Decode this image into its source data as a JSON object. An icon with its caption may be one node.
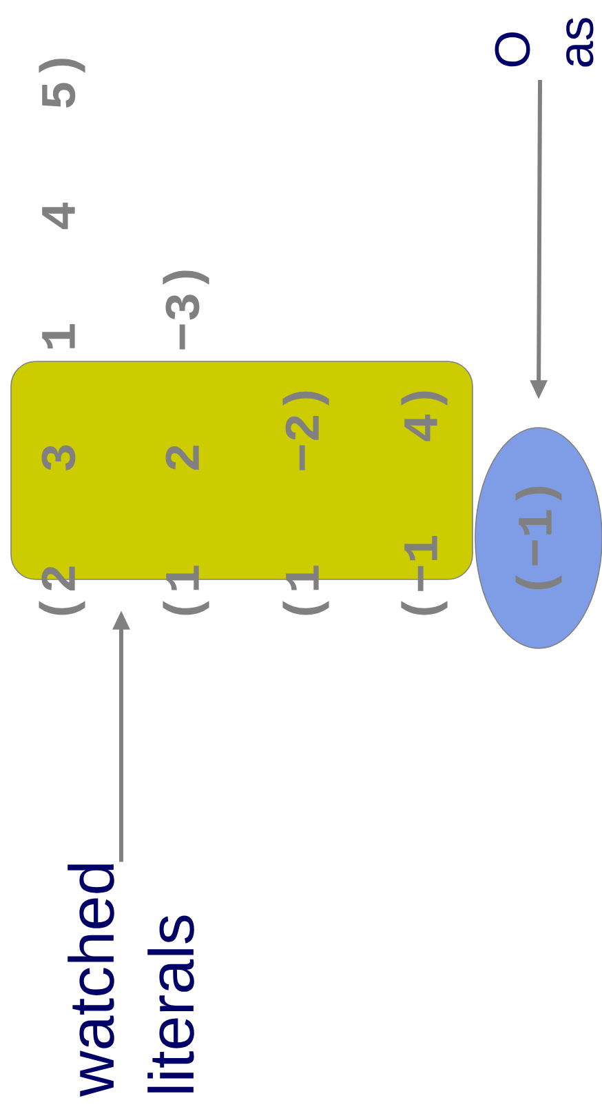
{
  "diagram": {
    "nodes": [
      {
        "text": [],
        "shape": "box"
      },
      {
        "text": [
          "(−1)"
        ]
      },
      {
        "text": [
          "watched literals"
        ]
      },
      {
        "text": [
          "O as"
        ]
      }
    ],
    "edges": [
      {
        "from": 2,
        "to": 0,
        "arrow": "to"
      },
      {
        "from": 3,
        "to": 1,
        "arrow": "to"
      }
    ],
    "labels": [
      "(2 3 1 4 5)",
      "(1 2 −3)",
      "(1 −2)",
      "(−1 4)"
    ]
  }
}
